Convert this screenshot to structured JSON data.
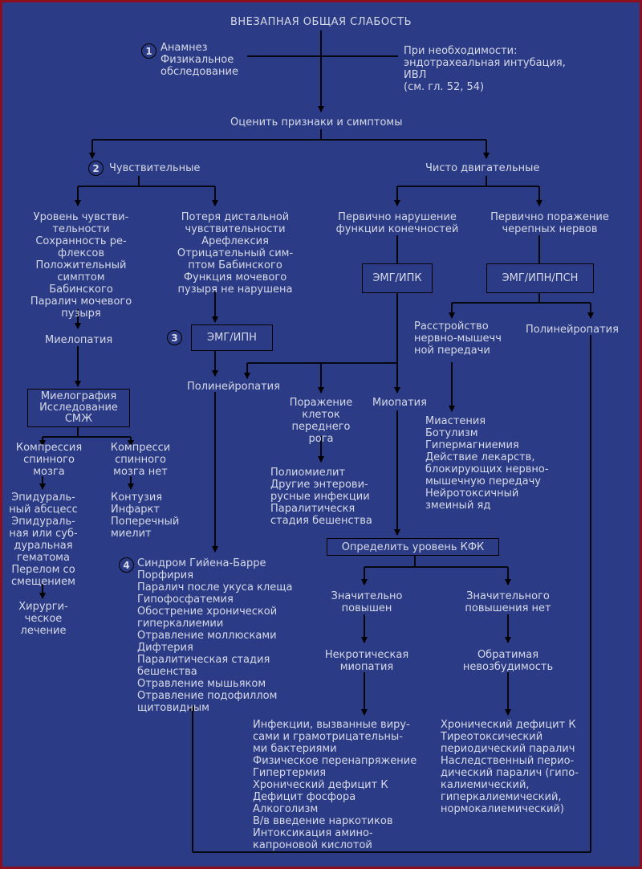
{
  "title": "ВНЕЗАПНАЯ ОБЩАЯ СЛАБОСТЬ",
  "steps": {
    "s1": "1",
    "s2": "2",
    "s3": "3",
    "s4": "4"
  },
  "anamnesis": "Анамнез\nФизикальное\nобследование",
  "intubation": "При необходимости:\nэндотрахеальная интубация,\nИВЛ\n(см. гл. 52, 54)",
  "assess": "Оценить признаки и симптомы",
  "sensory": "Чувствительные",
  "motor": "Чисто двигательные",
  "sensory_level": "Уровень чувстви-\nтельности\nСохранность ре-\nфлексов\nПоложительный\nсимптом\nБабинского\nПаралич мочевого\nпузыря",
  "distal_loss": "Потеря дистальной\nчувствительности\nАрефлексия\nОтрицательный сим-\nптом Бабинского\nФункция мочевого\nпузыря не нарушена",
  "limb": "Первично нарушение\nфункции конечностей",
  "cranial": "Первично поражение\nчерепных нервов",
  "emg_ipk": "ЭМГ/ИПК",
  "emg_ipn_psn": "ЭМГ/ИПН/ПСН",
  "emg_ipn": "ЭМГ/ИПН",
  "myelopathy": "Миелопатия",
  "polyneuro_left": "Полинейропатия",
  "polyneuro_right": "Полинейропатия",
  "nmj": "Расстройство\nнервно-мышечч\nной передачи",
  "myelography": "Миелография\nИсследование\nСМЖ",
  "anterior_horn": "Поражение\nклеток\nпереднего\nрога",
  "myopathy": "Миопатия",
  "compression_yes": "Компрессия\nспинного\nмозга",
  "compression_no": "Компресси\nспинного\nмозга нет",
  "nmj_list": "Миастения\nБотулизм\nГипермагниемия\nДействие лекарств,\nблокирующих  нервно-\nмышечную передачу\nНейротоксичный\nзмеиный яд",
  "polio_list": "Полиомиелит\nДругие энтерови-\nрусные инфекции\nПаралитическя\nстадия бешенства",
  "epidural_list": "Эпидураль-\nный абсцесс\nЭпидураль-\nная или суб-\nдуральная\nгематома\nПерелом со\nсмещением",
  "contusion_list": "Контузия\nИнфаркт\nПоперечный\nмиелит",
  "surgery": "Хирурги-\nческое\nлечение",
  "kfk": "Определить уровень КФК",
  "gbs_list": "Синдром Гийена-Барре\nПорфирия\nПаралич после укуса клеща\nГипофосфатемия\nОбострение хронической\nгиперкалиемии\nОтравление моллюсками\nДифтерия\nПаралитическая стадия\nбешенства\nОтравление мышьяком\nОтравление подофиллом\nщитовидным",
  "cpk_high": "Значительно\nповышен",
  "cpk_normal": "Значительного\nповышения нет",
  "necrotic": "Некротическая\nмиопатия",
  "reversible": "Обратимая\nневозбудимость",
  "necrotic_list": "Инфекции,  вызванные виру-\nсами и грамотрицательны-\nми бактериями\nФизическое перенапряжение\nГипертермия\nХронический дефицит К\nДефицит фосфора\nАлкоголизм\nВ/в введение наркотиков\nИнтоксикация амино-\nкапроновой кислотой",
  "periodic_list": "Хронический дефицит К\nТиреотоксический\nпериодический паралич\nНаследственный перио-\nдический паралич (гипо-\nкалиемический,\nгиперкалиемический,\nнормокалиемический)",
  "colors": {
    "background": "#2b3b86",
    "frame": "#8b0f1e",
    "line": "#000000",
    "text": "#d6d9e6"
  }
}
